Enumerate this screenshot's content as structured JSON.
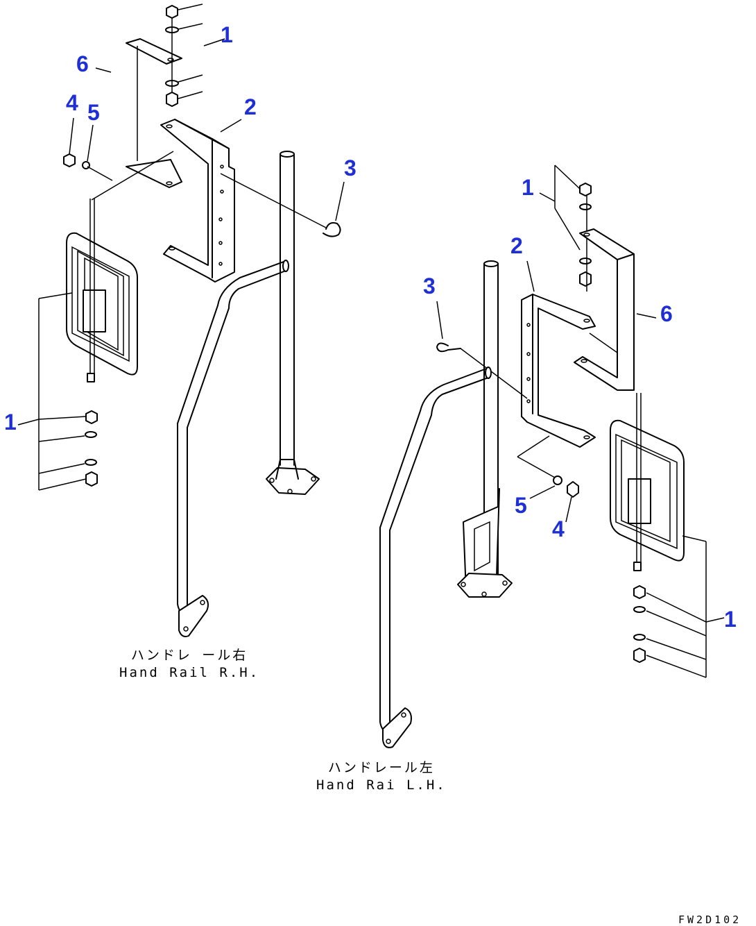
{
  "callouts": {
    "left": {
      "c1_top": "1",
      "c6": "6",
      "c4": "4",
      "c5": "5",
      "c2": "2",
      "c3": "3",
      "c1_bottom": "1"
    },
    "right": {
      "c1_top": "1",
      "c2": "2",
      "c3": "3",
      "c6": "6",
      "c5": "5",
      "c4": "4",
      "c1_bottom": "1"
    }
  },
  "captions": {
    "right_hand": {
      "jp": "ハンドレ ール右",
      "en": "Hand Rail R.H."
    },
    "left_hand": {
      "jp": "ハンドレール左",
      "en": "Hand Rai  L.H."
    }
  },
  "drawing_code": "FW2D102",
  "colors": {
    "callout": "#1f2fd6",
    "line": "#000000",
    "background": "#ffffff"
  }
}
